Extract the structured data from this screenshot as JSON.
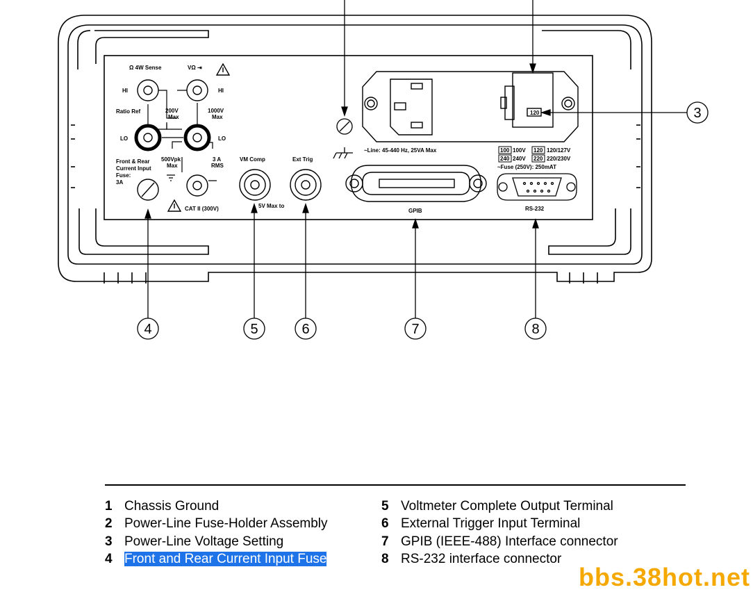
{
  "panel": {
    "terminal_labels": {
      "ohm_4w_sense": "Ω  4W Sense",
      "v_ohm_diode": "VΩ ⇥",
      "hi_left": "HI",
      "hi_right": "HI",
      "lo_left": "LO",
      "lo_right": "LO",
      "ratio_ref": "Ratio Ref",
      "max_200v": "200V",
      "max_200v_sub": "Max",
      "max_1000v": "1000V",
      "max_1000v_sub": "Max",
      "vpk_500": "500Vpk",
      "vpk_500_sub": "Max",
      "amps_3a": "3 A",
      "amps_3a_sub": "RMS",
      "fuse_line1": "Front & Rear",
      "fuse_line2": "Current  Input",
      "fuse_line3": "Fuse:",
      "fuse_line4": "3A",
      "cat": "CAT II (300V)",
      "vm_comp": "VM  Comp",
      "ext_trig": "Ext  Trig",
      "max_5v": "5V  Max  to",
      "line_spec": "~Line: 45-440 Hz, 25VA Max",
      "v100_box": "100",
      "v100": "100V",
      "v120_box": "120",
      "v120": "120/127V",
      "v240_box": "240",
      "v240": "240V",
      "v220_box": "220",
      "v220": "220/230V",
      "fuse_spec": "~Fuse (250V): 250mAT",
      "gpib": "GPIB",
      "rs232": "RS-232",
      "voltage_window": "120"
    },
    "callouts": [
      "3",
      "4",
      "5",
      "6",
      "7",
      "8"
    ]
  },
  "legend": {
    "left": [
      {
        "num": "1",
        "text": "Chassis Ground"
      },
      {
        "num": "2",
        "text": "Power-Line Fuse-Holder Assembly"
      },
      {
        "num": "3",
        "text": "Power-Line Voltage Setting"
      },
      {
        "num": "4",
        "text": "Front and Rear Current Input Fuse",
        "selected": true
      }
    ],
    "right": [
      {
        "num": "5",
        "text": "Voltmeter Complete Output Terminal"
      },
      {
        "num": "6",
        "text": "External Trigger Input Terminal"
      },
      {
        "num": "7",
        "text": "GPIB (IEEE-488) Interface connector"
      },
      {
        "num": "8",
        "text": "RS-232 interface connector"
      }
    ]
  },
  "watermark": "bbs.38hot.net",
  "colors": {
    "selection": "#1e73e8",
    "watermark": "#f5a800"
  }
}
